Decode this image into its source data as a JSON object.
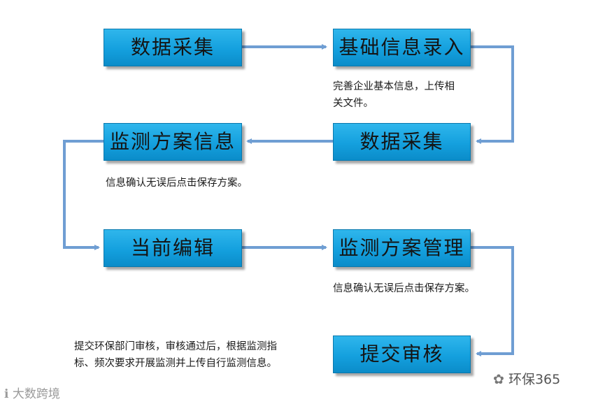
{
  "boxes": {
    "data_collect_1": "数据采集",
    "basic_info": "基础信息录入",
    "data_collect_2": "数据采集",
    "plan_info": "监测方案信息",
    "current_edit": "当前编辑",
    "plan_manage": "监测方案管理",
    "submit_review": "提交审核"
  },
  "notes": {
    "basic_info_line1": "完善企业基本信息，上传相",
    "basic_info_line2": "关文件。",
    "plan_info": "信息确认无误后点击保存方案。",
    "plan_manage": "信息确认无误后点击保存方案。",
    "submit_line1": "提交环保部门审核，审核通过后，根据监测指",
    "submit_line2": "标、频次要求开展监测并上传自行监测信息。"
  },
  "watermarks": {
    "left": "大数跨境",
    "right": "环保365"
  },
  "colors": {
    "box_fill": "#14a0de",
    "arrow": "#6f9ed3"
  }
}
